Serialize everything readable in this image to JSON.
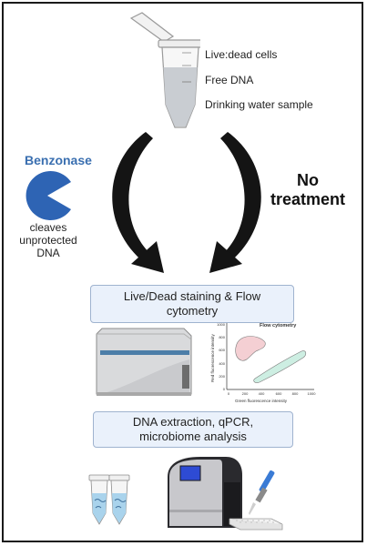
{
  "tube_labels": [
    "Live:dead cells",
    "Free DNA",
    "Drinking water sample"
  ],
  "benzonase": {
    "title": "Benzonase",
    "line1": "cleaves",
    "line2": "unprotected",
    "line3": "DNA"
  },
  "no_treatment": {
    "line1": "No",
    "line2": "treatment"
  },
  "step1": {
    "line1": "Live/Dead staining & Flow",
    "line2": "cytometry"
  },
  "step2": {
    "line1": "DNA extraction, qPCR,",
    "line2": "microbiome analysis"
  },
  "flow_plot": {
    "title": "Flow cytometry",
    "xlabel": "Green fluorescence intensity",
    "ylabel": "Red fluorescence intensity",
    "xticks": [
      "0",
      "200",
      "400",
      "600",
      "800",
      "1000"
    ],
    "yticks": [
      "0",
      "200",
      "400",
      "600",
      "800",
      "1000"
    ]
  },
  "colors": {
    "benzonase": "#2e64b4",
    "pink_gate": "#f4cfd3",
    "green_gate": "#cdeee2",
    "box_fill": "#eaf1fb",
    "box_border": "#9fb3cf"
  }
}
